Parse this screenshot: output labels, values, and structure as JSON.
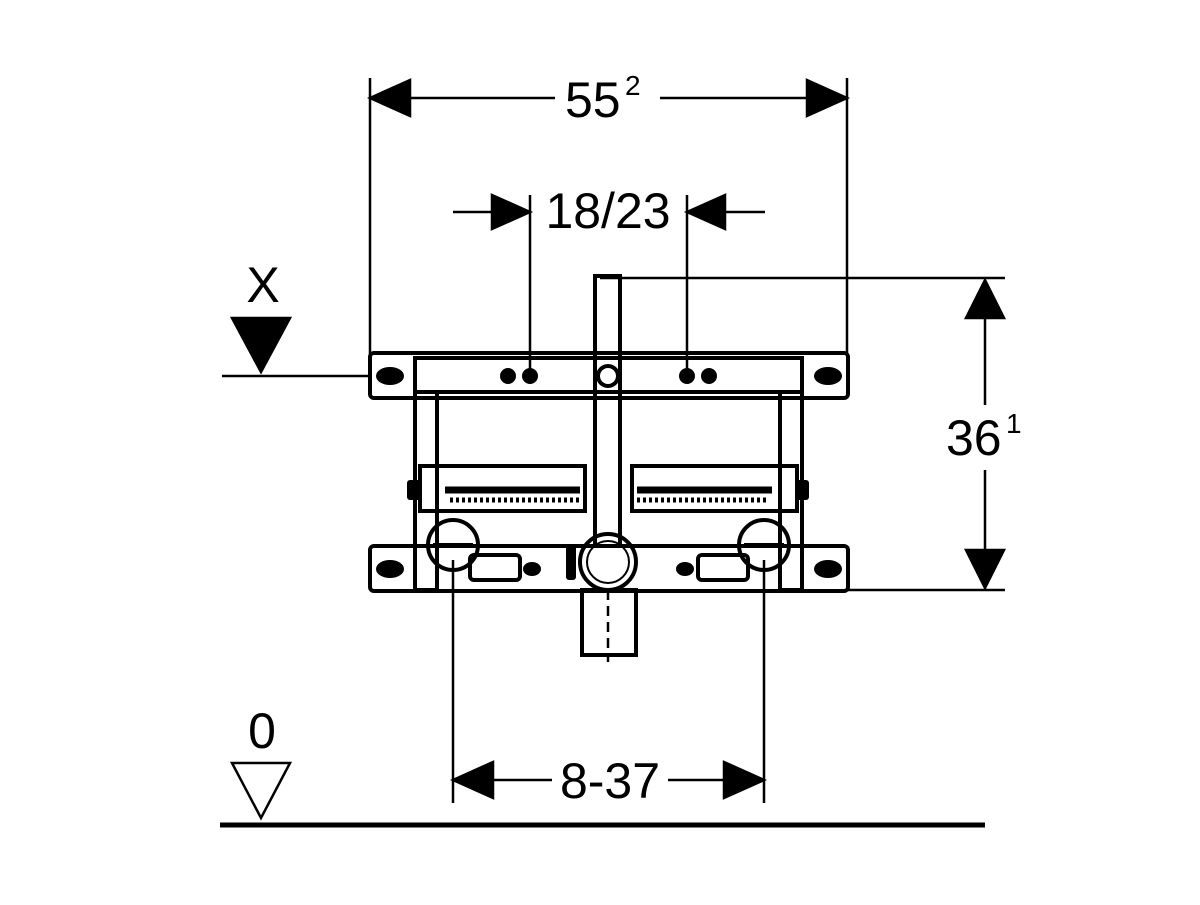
{
  "dimensions": {
    "overall_width": {
      "value": "55",
      "superscript": "2"
    },
    "center_spacing": {
      "value": "18/23"
    },
    "height": {
      "value": "36",
      "superscript": "1"
    },
    "outlet_spacing": {
      "value": "8-37"
    }
  },
  "markers": {
    "installation_height": {
      "label": "X"
    },
    "floor_level": {
      "label": "0"
    }
  },
  "colors": {
    "line": "#000000",
    "background": "#ffffff"
  }
}
